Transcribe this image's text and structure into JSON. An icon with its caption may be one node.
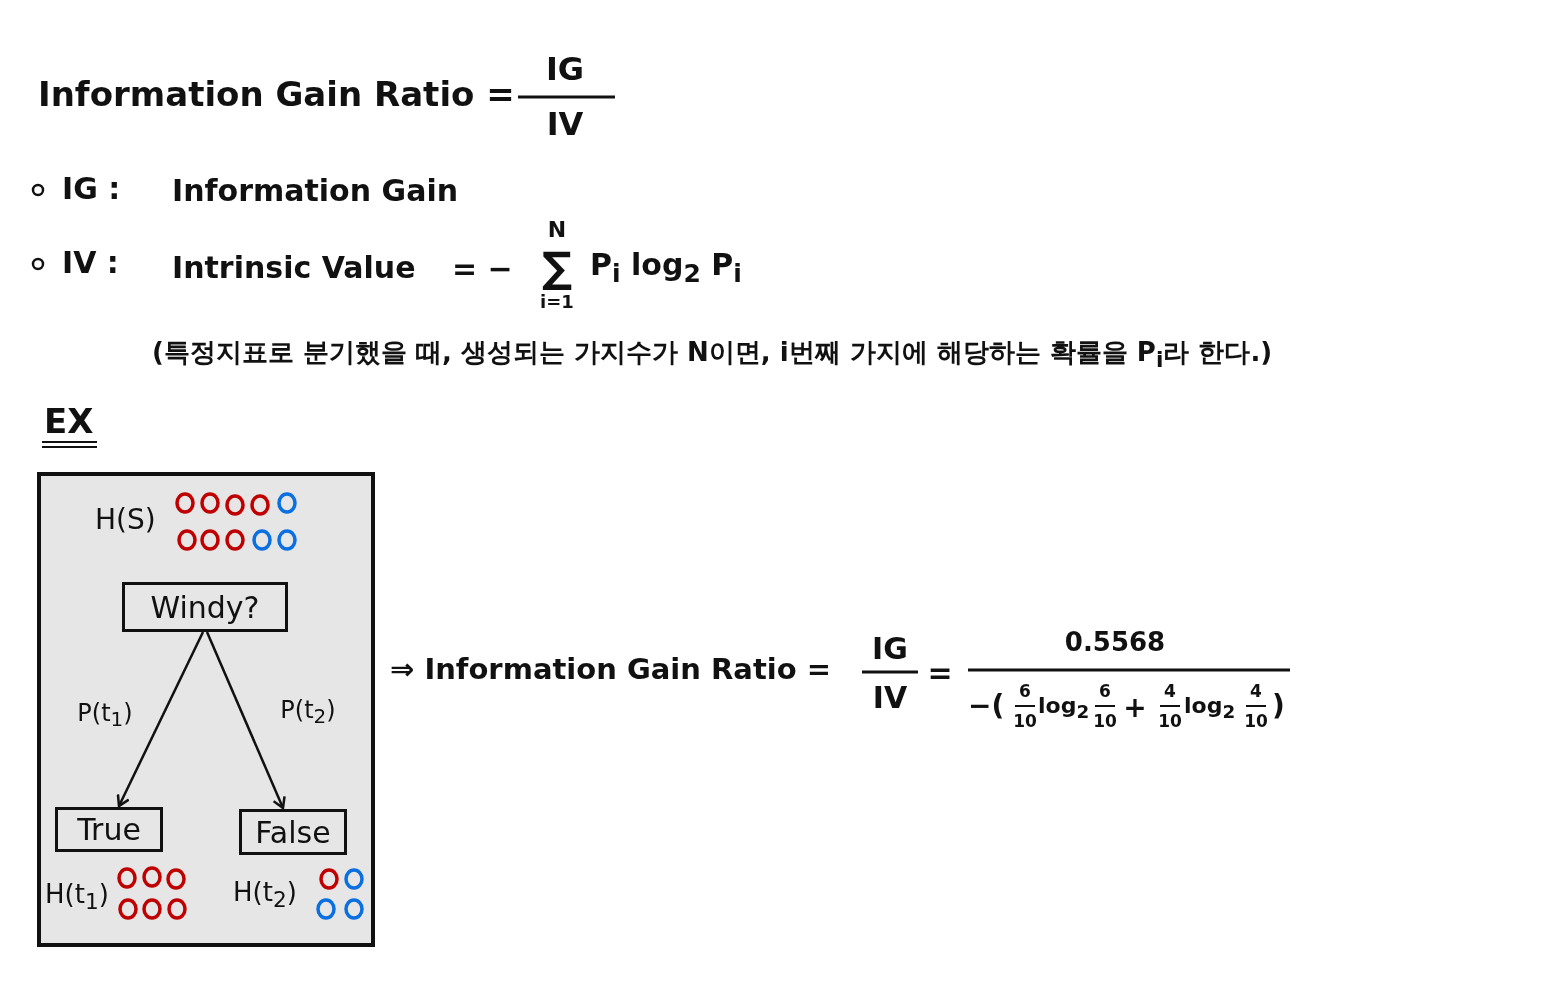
{
  "diagram": {
    "nodes": [
      {
        "text": [
          "EX"
        ]
      },
      {
        "text": [
          "Windy?"
        ],
        "in": 0
      },
      {
        "text": [
          "True"
        ],
        "in": 0
      },
      {
        "text": [
          "False"
        ],
        "in": 0
      }
    ],
    "edges": [
      {
        "from": 1,
        "to": 2,
        "arrow": "to",
        "label": "P(t$_{1}$)"
      },
      {
        "from": 1,
        "to": 3,
        "arrow": "to",
        "label": "P(t$_{2}$)"
      }
    ],
    "labels": [
      "Information Gain Ratio =",
      "IG",
      "IV",
      "IG :",
      "Information Gain",
      "IV :",
      "Intrinsic Value",
      "= −",
      "N",
      "∑",
      "i=1",
      "P$_{i}$ log$_{2}$ P$_{i}$",
      "(특정지표로 분기했을 때, 생성되는 가지수가 N이면, i번째 가지에 해당하는 확률을 P$_{i}$라 한다.)",
      "H(S)",
      "H(t$_{1}$)",
      "H(t$_{2}$)",
      "⇒ Information Gain Ratio =",
      "IG",
      "IV",
      "=",
      "0.5568",
      "−(",
      "6",
      "10",
      "log$_{2}$",
      "6",
      "10",
      "+",
      "4",
      "10",
      "log$_{2}$",
      "4",
      "10",
      ")"
    ]
  }
}
